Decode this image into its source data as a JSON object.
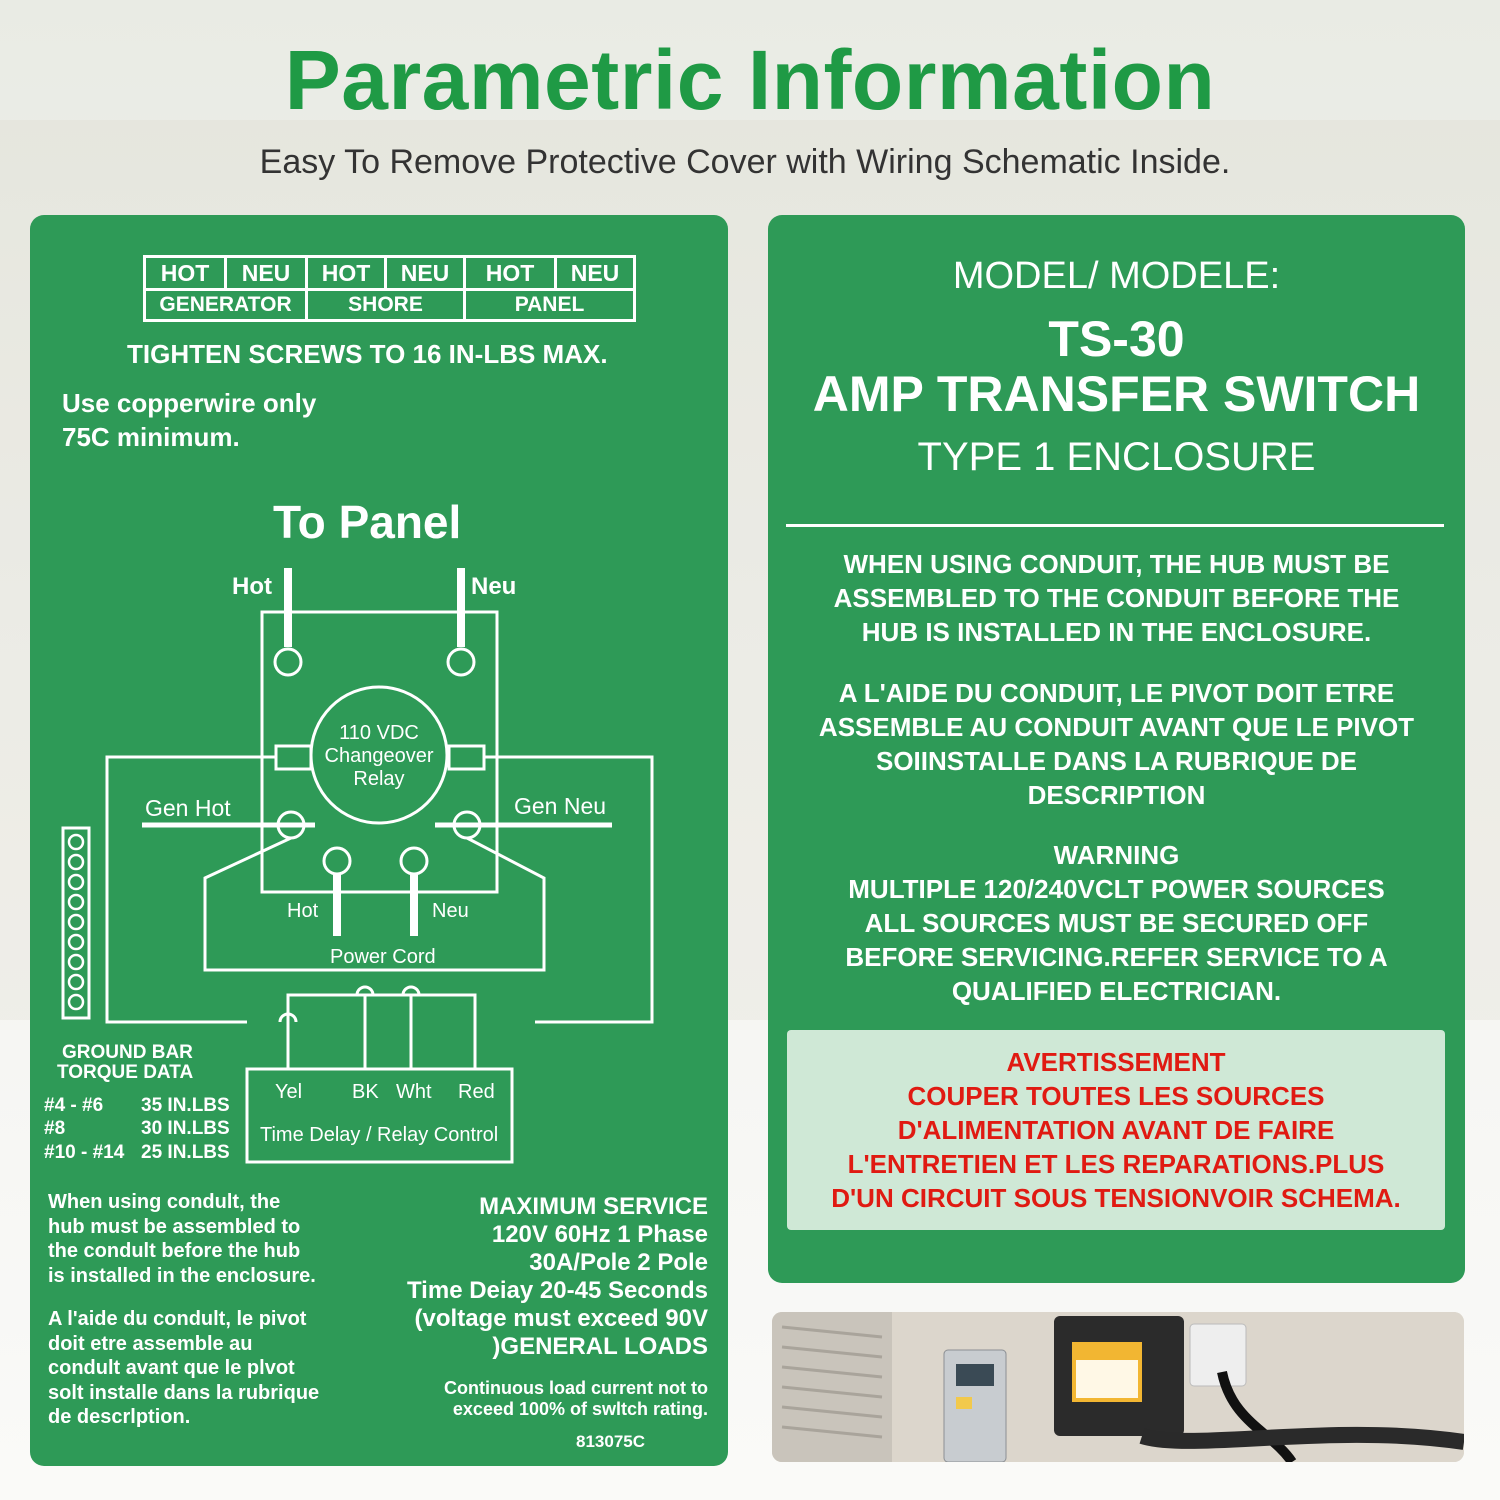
{
  "header": {
    "title": "Parametric Information",
    "subtitle": "Easy To Remove Protective Cover with Wiring Schematic Inside."
  },
  "left_panel": {
    "terminal_table": {
      "row1": [
        "HOT",
        "NEU",
        "HOT",
        "NEU",
        "HOT",
        "NEU"
      ],
      "row2": [
        "GENERATOR",
        "SHORE",
        "PANEL"
      ]
    },
    "tighten": "TIGHTEN SCREWS TO 16 IN-LBS MAX.",
    "copper_line1": "Use copperwire only",
    "copper_line2": "75C minimum.",
    "schematic": {
      "to_panel": "To Panel",
      "hot_top": "Hot",
      "neu_top": "Neu",
      "relay_line1": "110 VDC",
      "relay_line2": "Changeover",
      "relay_line3": "Relay",
      "gen_hot": "Gen Hot",
      "gen_neu": "Gen Neu",
      "hot_bottom": "Hot",
      "neu_bottom": "Neu",
      "power_cord": "Power Cord",
      "yel": "Yel",
      "bk": "BK",
      "wht": "Wht",
      "red": "Red",
      "time_delay": "Time Delay / Relay Control"
    },
    "ground_bar": {
      "title1": "GROUND BAR",
      "title2": "TORQUE DATA",
      "rows": [
        {
          "size": "#4 - #6",
          "torque": "35 IN.LBS"
        },
        {
          "size": "#8",
          "torque": "30 IN.LBS"
        },
        {
          "size": "#10 - #14",
          "torque": "25 IN.LBS"
        }
      ]
    },
    "conduit_en": [
      "When using condult, the",
      "hub must be assembled to",
      "the condult before the hub",
      "is installed in the enclosure."
    ],
    "conduit_fr": [
      "A l'aide du condult, le pivot",
      "doit etre assemble au",
      "condult avant que le plvot",
      "solt installe dans la rubrique",
      "de descrlption."
    ],
    "max_service": [
      "MAXIMUM SERVICE",
      "120V 60Hz 1 Phase",
      "30A/Pole 2 Pole",
      "Time Deiay 20-45 Seconds",
      "(voltage must exceed 90V",
      ")GENERAL LOADS"
    ],
    "continuous": [
      "Continuous load current not to",
      "exceed 100% of swltch rating."
    ],
    "part_number": "813075C"
  },
  "right_panel": {
    "model_label": "MODEL/ MODELE:",
    "model": "TS-30",
    "product": "AMP TRANSFER SWITCH",
    "enclosure": "TYPE 1 ENCLOSURE",
    "conduit_en": [
      "WHEN USING CONDUIT, THE HUB MUST BE",
      "ASSEMBLED TO THE CONDUIT BEFORE THE",
      "HUB IS INSTALLED IN THE ENCLOSURE."
    ],
    "conduit_fr": [
      "A L'AIDE DU CONDUIT, LE PIVOT DOIT ETRE",
      "ASSEMBLE AU CONDUIT AVANT QUE LE PIVOT",
      "SOIINSTALLE DANS LA RUBRIQUE DE",
      "DESCRIPTION"
    ],
    "warning": [
      "WARNING",
      "MULTIPLE 120/240VCLT POWER SOURCES",
      "ALL SOURCES MUST BE SECURED OFF",
      "BEFORE SERVICING.REFER SERVICE TO A",
      "QUALIFIED ELECTRICIAN."
    ],
    "avertissement": [
      "AVERTISSEMENT",
      "COUPER TOUTES LES SOURCES",
      "D'ALIMENTATION AVANT DE FAIRE",
      "L'ENTRETIEN ET LES REPARATIONS.PLUS",
      "D'UN CIRCUIT SOUS TENSIONVOIR SCHEMA."
    ]
  },
  "colors": {
    "title_green": "#1f9a45",
    "panel_green": "#2e9a57",
    "warning_red": "#e01a12",
    "box_bg": "#cfe8d6"
  }
}
